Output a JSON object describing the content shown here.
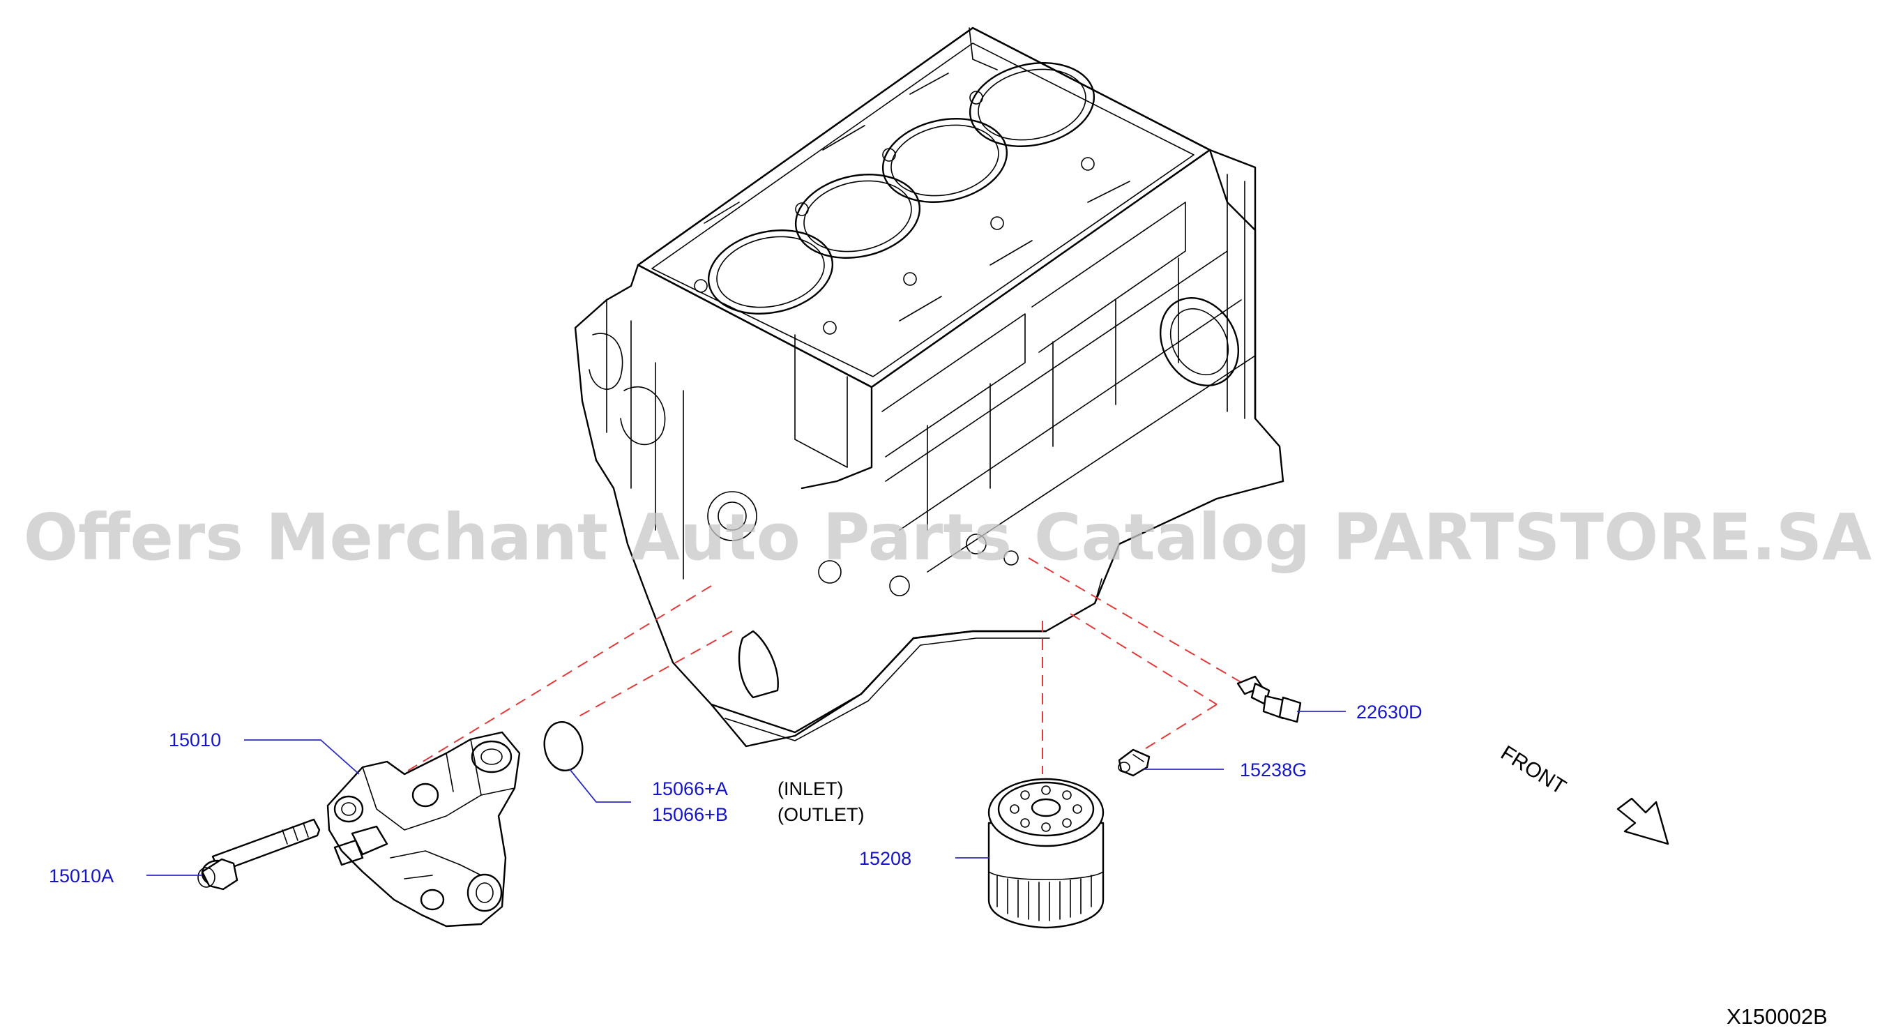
{
  "parts": [
    {
      "id": "p15010",
      "number": "15010"
    },
    {
      "id": "p15010A",
      "number": "15010A"
    },
    {
      "id": "p15066A",
      "number": "15066+A",
      "note": "(INLET)"
    },
    {
      "id": "p15066B",
      "number": "15066+B",
      "note": "(OUTLET)"
    },
    {
      "id": "p15208",
      "number": "15208"
    },
    {
      "id": "p15238G",
      "number": "15238G"
    },
    {
      "id": "p22630D",
      "number": "22630D"
    }
  ],
  "front_label": "FRONT",
  "diagram_code": "X150002B",
  "watermark": "Offers Merchant Auto Parts Catalog PARTSTORE.SA",
  "colors": {
    "part_label": "#1414c8",
    "leader_dash": "#e23a3a",
    "line_art": "#000000"
  }
}
